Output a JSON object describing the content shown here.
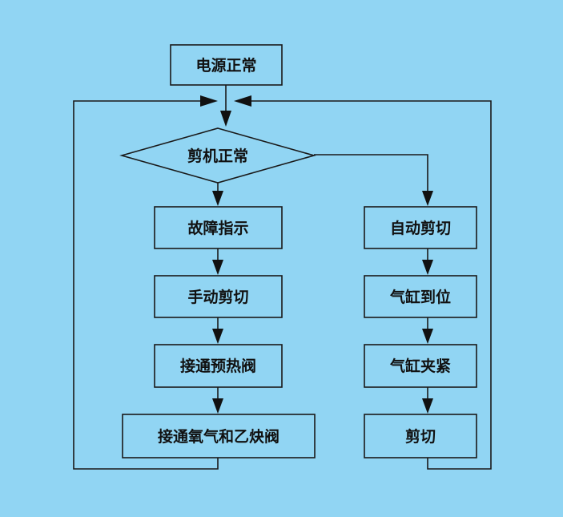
{
  "diagram": {
    "nodes": {
      "power_ok": "电源正常",
      "shear_ok": "剪机正常",
      "fault_indicator": "故障指示",
      "manual_cut": "手动剪切",
      "open_preheat_valve": "接通预热阀",
      "open_oxygen_acetylene_valve": "接通氧气和乙炔阀",
      "auto_cut": "自动剪切",
      "cylinder_in_position": "气缸到位",
      "cylinder_clamp": "气缸夹紧",
      "cut": "剪切"
    },
    "edges": [
      {
        "from": "power_ok",
        "to": "shear_ok"
      },
      {
        "from": "shear_ok",
        "to": "fault_indicator"
      },
      {
        "from": "shear_ok",
        "to": "auto_cut"
      },
      {
        "from": "fault_indicator",
        "to": "manual_cut"
      },
      {
        "from": "manual_cut",
        "to": "open_preheat_valve"
      },
      {
        "from": "open_preheat_valve",
        "to": "open_oxygen_acetylene_valve"
      },
      {
        "from": "open_oxygen_acetylene_valve",
        "to": "shear_ok"
      },
      {
        "from": "auto_cut",
        "to": "cylinder_in_position"
      },
      {
        "from": "cylinder_in_position",
        "to": "cylinder_clamp"
      },
      {
        "from": "cylinder_clamp",
        "to": "cut"
      },
      {
        "from": "cut",
        "to": "shear_ok"
      }
    ],
    "colors": {
      "background": "#91d5f3",
      "stroke": "#1a1a1a"
    }
  }
}
